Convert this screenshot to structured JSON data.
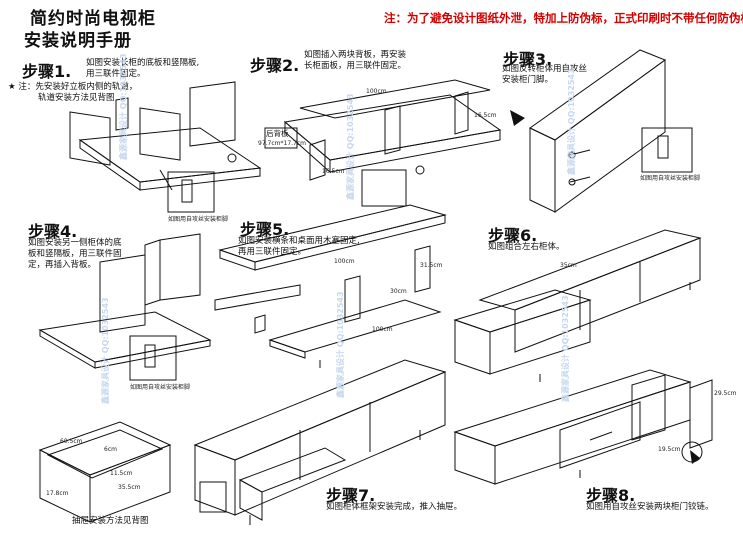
{
  "header": {
    "title_line1": "简约时尚电视柜",
    "title_line2": "安装说明手册",
    "warning": "注：为了避免设计图纸外泄，特加上防伪标，正式印刷时不带任何防伪标！"
  },
  "steps": [
    {
      "head": "步骤1.",
      "desc": [
        "如图安装长柜的底板和竖隔板,",
        "用三联件固定。"
      ]
    },
    {
      "head": "步骤2.",
      "desc": [
        "如图插入两块背板，再安装",
        "长柜面板，用三联件固定。"
      ]
    },
    {
      "head": "步骤3.",
      "desc": [
        "如图反转柜体用自攻丝",
        "安装柜门脚。"
      ]
    },
    {
      "head": "步骤4.",
      "desc": [
        "如图安装另一侧柜体的底",
        "板和竖隔板，用三联件固",
        "定，再插入背板。"
      ]
    },
    {
      "head": "步骤5.",
      "desc": [
        "如图安装横条和桌面用木塞固定,",
        "再用三联件固定。"
      ]
    },
    {
      "head": "步骤6.",
      "desc": [
        "如图组合左右柜体。"
      ]
    },
    {
      "head": "步骤7.",
      "desc": [
        "如图柜体框架安装完成，推入抽屉。"
      ]
    },
    {
      "head": "步骤8.",
      "desc": [
        "如图用自攻丝安装两块柜门铰链。"
      ]
    }
  ],
  "note": [
    "注：先安装好立板内侧的轨道，",
    "轨道安装方法见背图"
  ],
  "labels": {
    "rear_panel": "后背板",
    "rear_panel_dim": "97.7cm*17.7cm",
    "foot_note1": "如图用自攻丝安装柜脚",
    "foot_note2": "如图用自攻丝安装柜脚",
    "foot_note3": "如图用自攻丝安装柜脚",
    "drawer_caption": "抽屉安装方法见背图"
  },
  "dimensions": {
    "d1": "100cm",
    "d2": "16.5cm",
    "d3": "16.5cm",
    "d4": "31.5cm",
    "d5": "100cm",
    "d6": "30cm",
    "d7": "100cm",
    "d8": "35cm",
    "d9": "29.5cm",
    "d10": "19.5cm",
    "d11": "60.5cm",
    "d12": "11.5cm",
    "d13": "17.8cm",
    "d14": "35.5cm",
    "d15": "6cm"
  },
  "watermark": "鑫源家具设计 QQ:1032543"
}
